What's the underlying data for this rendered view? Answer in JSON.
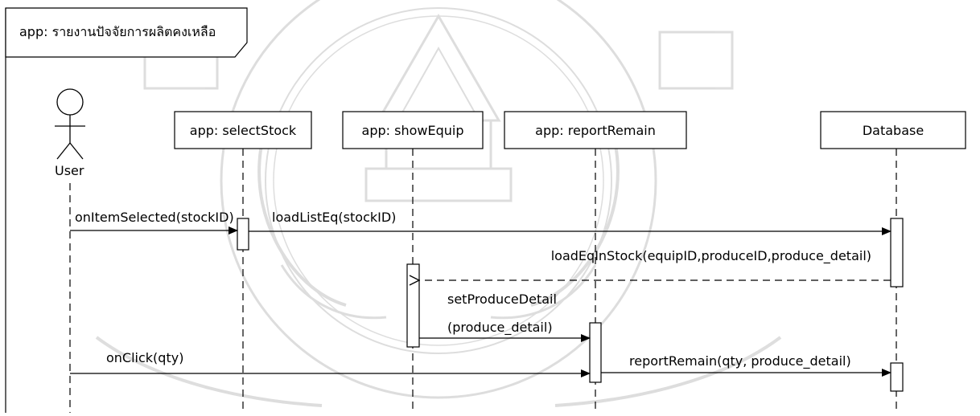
{
  "frame": {
    "title": "app: รายงานปัจจัยการผลิตคงเหลือ"
  },
  "actor": {
    "label": "User"
  },
  "participants": [
    {
      "label": "app: selectStock"
    },
    {
      "label": "app: showEquip"
    },
    {
      "label": "app: reportRemain"
    },
    {
      "label": "Database"
    }
  ],
  "messages": [
    {
      "label": "onItemSelected(stockID)",
      "kind": "sync"
    },
    {
      "label": "loadListEq(stockID)",
      "kind": "sync"
    },
    {
      "label": "loadEqInStock(equipID,produceID,produce_detail)",
      "kind": "return"
    },
    {
      "label_line1": "setProduceDetail",
      "label_line2": "(produce_detail)",
      "kind": "sync"
    },
    {
      "label": "onClick(qty)",
      "kind": "sync"
    },
    {
      "label": "reportRemain(qty, produce_detail)",
      "kind": "sync"
    }
  ],
  "watermark": {
    "description_icon": "university-seal-watermark"
  }
}
